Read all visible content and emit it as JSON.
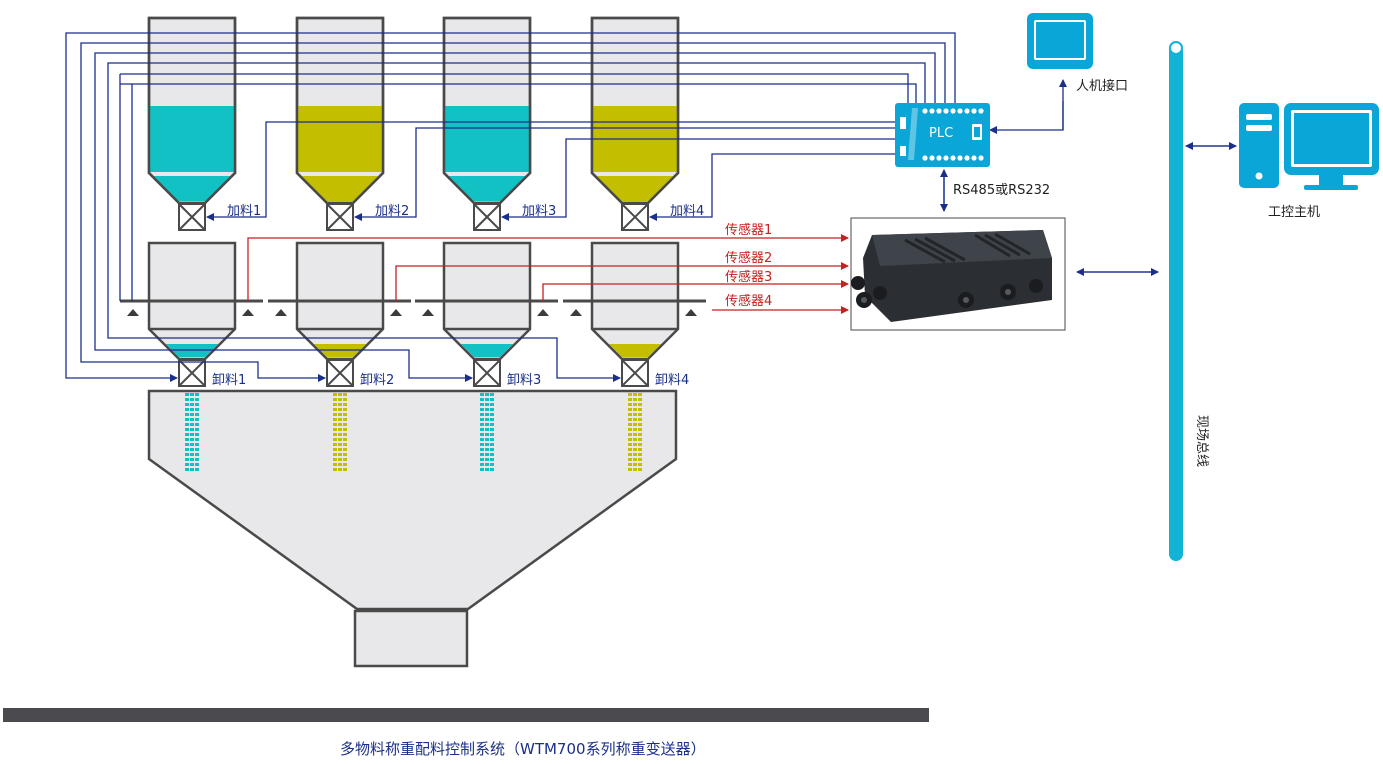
{
  "colors": {
    "cyan": "#12c1c4",
    "olive": "#c3be00",
    "wire_blue": "#1a2f8a",
    "wire_red": "#c4221e",
    "device_blue": "#0aa6d8",
    "bus": "#13b3d6",
    "hopper_fill": "#e8e8ea",
    "outline": "#4a4a4a",
    "base_bar": "#4a4a4f"
  },
  "feed_labels": [
    "加料1",
    "加料2",
    "加料3",
    "加料4"
  ],
  "discharge_labels": [
    "卸料1",
    "卸料2",
    "卸料3",
    "卸料4"
  ],
  "sensor_labels": [
    "传感器1",
    "传感器2",
    "传感器3",
    "传感器4"
  ],
  "plc": {
    "label": "PLC"
  },
  "hmi": {
    "label": "人机接口"
  },
  "serial": {
    "label": "RS485或RS232"
  },
  "ipc": {
    "label": "工控主机"
  },
  "fieldbus": {
    "label": "现场总线"
  },
  "caption": "多物料称重配料控制系统（WTM700系列称重变送器）",
  "icons": [
    "hmi-monitor-icon",
    "industrial-pc-icon",
    "transmitter-box-icon",
    "valve-icon"
  ]
}
